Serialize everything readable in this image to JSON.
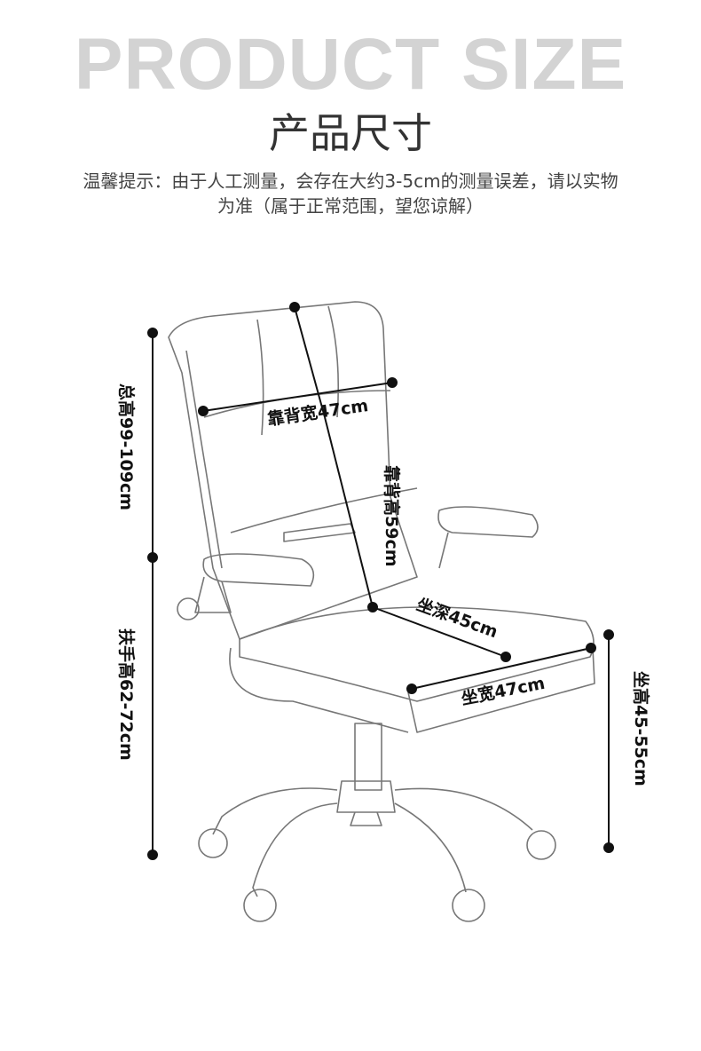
{
  "header": {
    "background_title": "PRODUCT SIZE",
    "title": "产品尺寸",
    "note_line1": "温馨提示：由于人工测量，会存在大约3-5cm的测量误差，请以实物",
    "note_line2": "为准（属于正常范围，望您谅解）"
  },
  "dimensions": {
    "total_height": "总高99-109cm",
    "armrest_height": "扶手高62-72cm",
    "seat_height": "坐高45-55cm",
    "backrest_width": "靠背宽47cm",
    "backrest_height": "靠背高59cm",
    "seat_depth": "坐深45cm",
    "seat_width": "坐宽47cm"
  }
}
